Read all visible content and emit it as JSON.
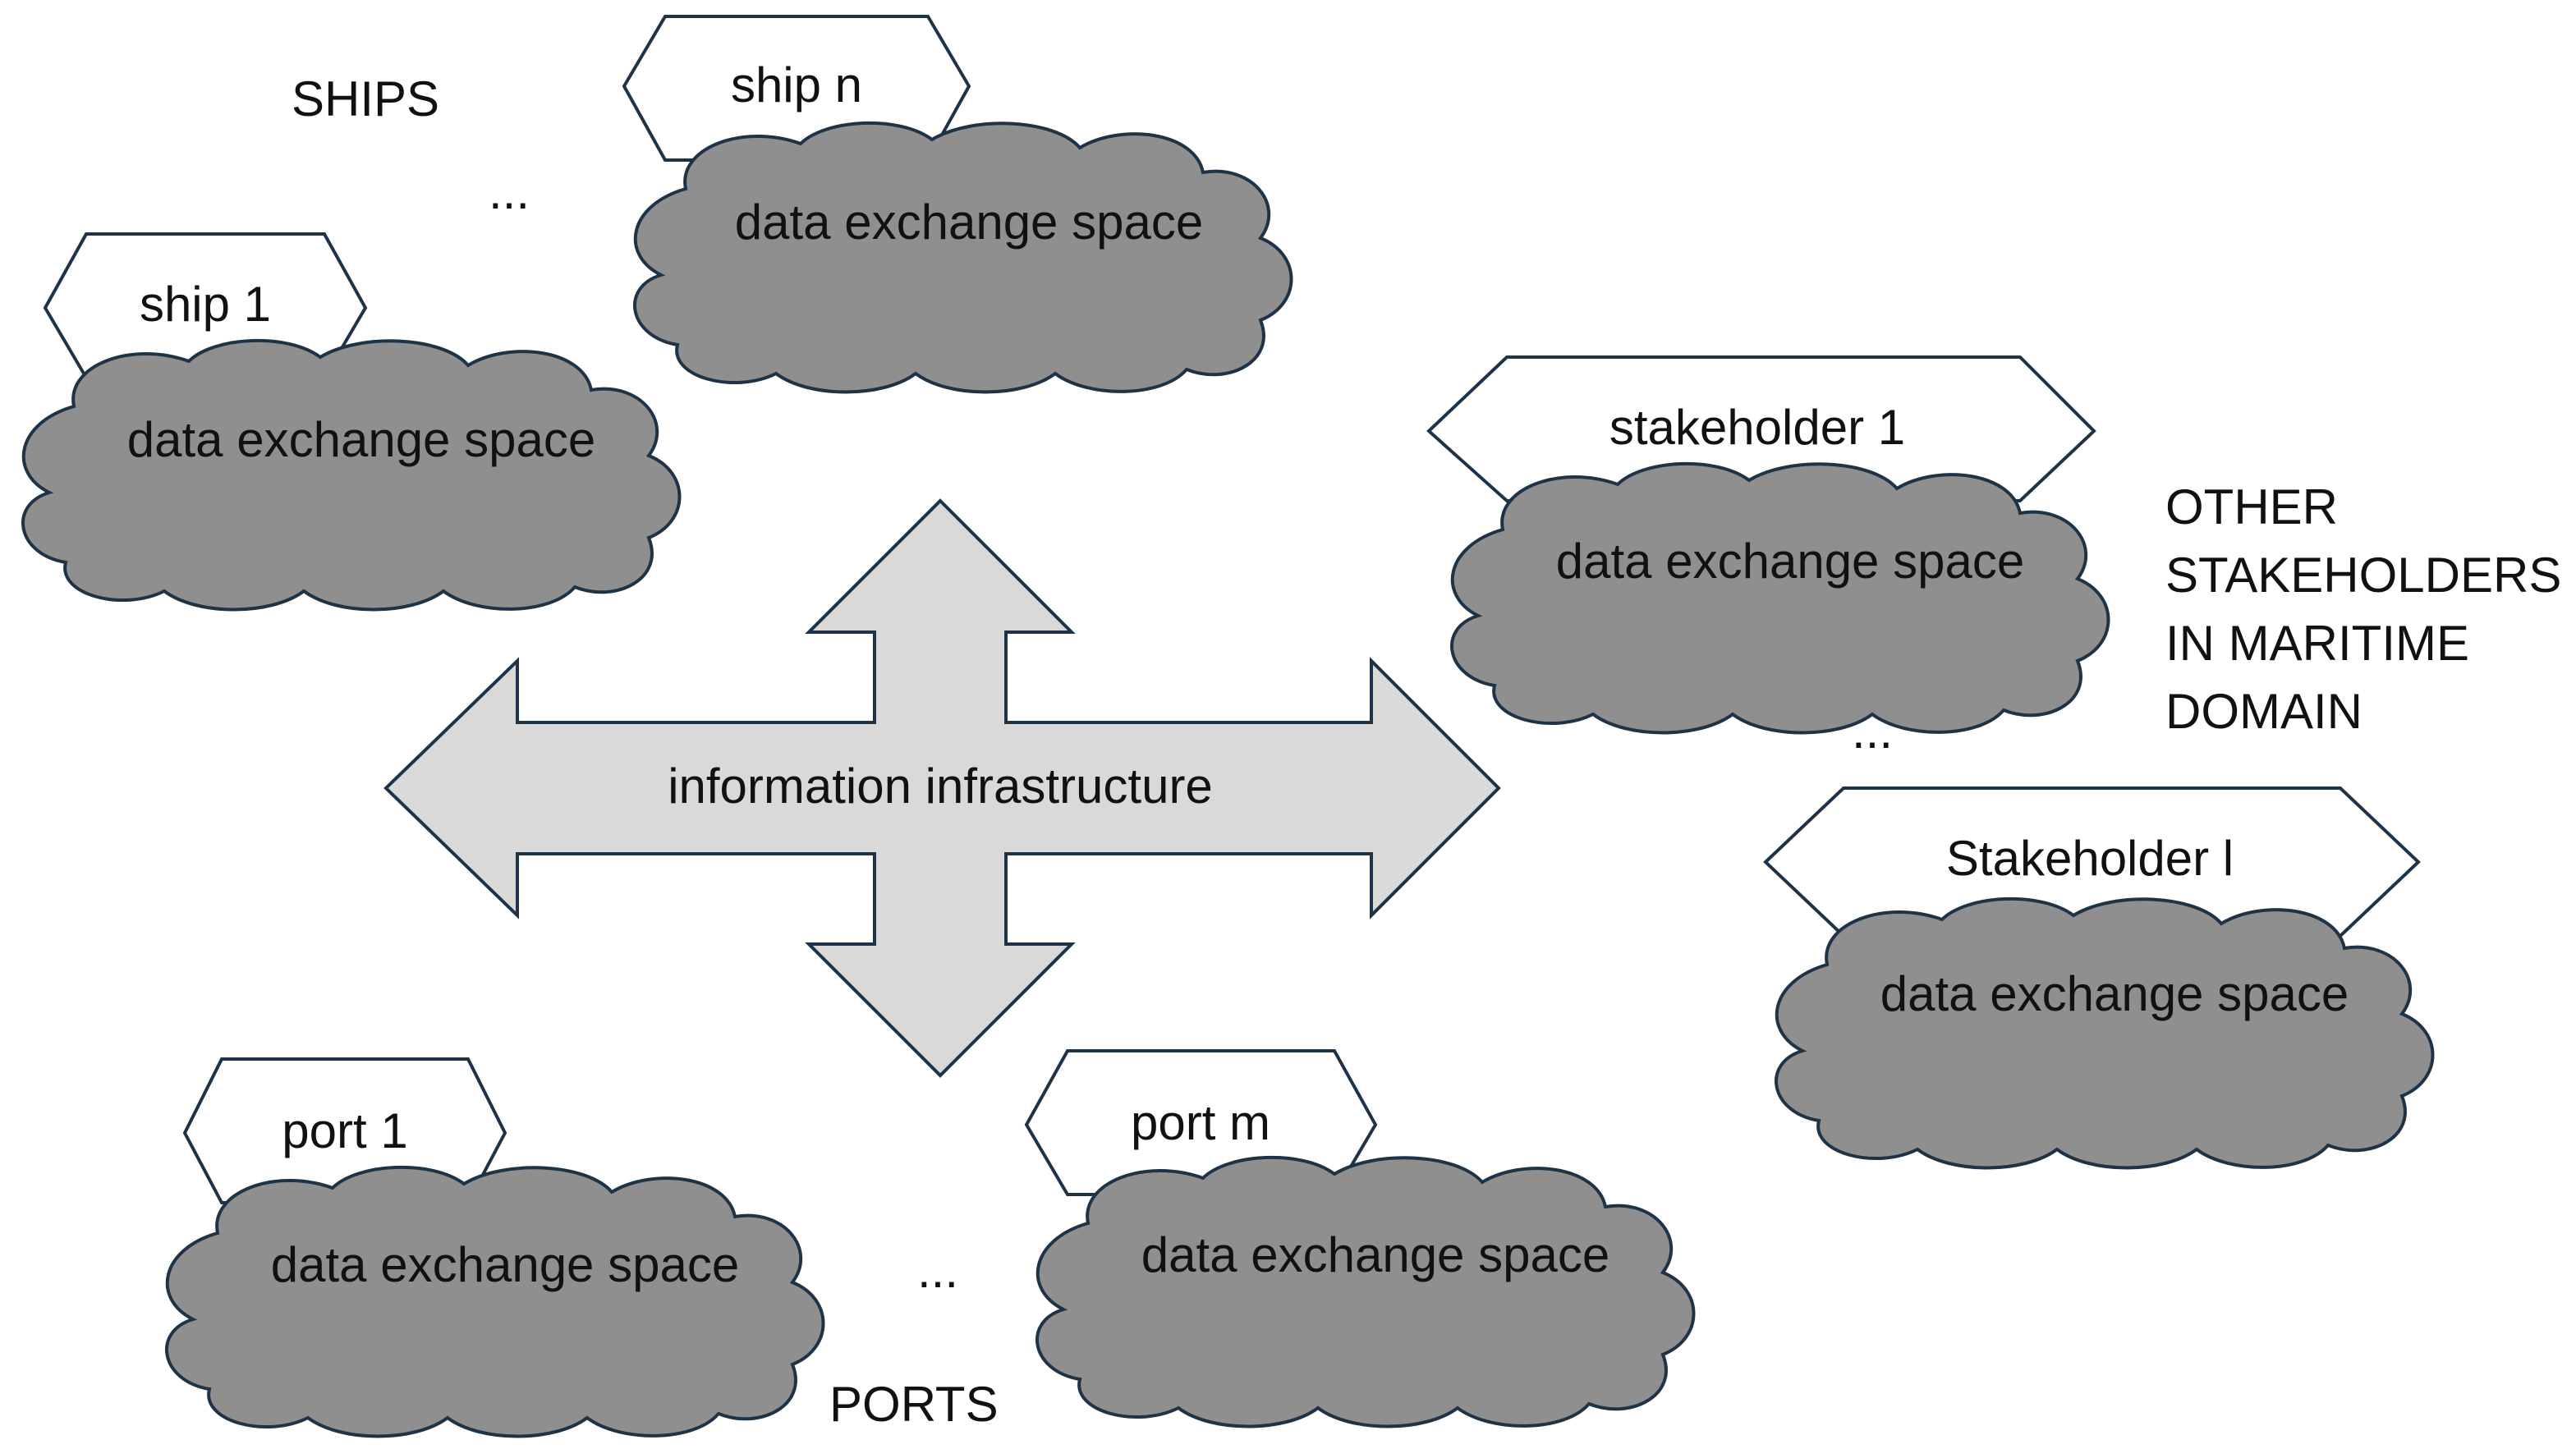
{
  "groups": {
    "ships": "SHIPS",
    "ports": "PORTS",
    "other_line1": "OTHER",
    "other_line2": "STAKEHOLDERS",
    "other_line3": "IN MARITIME",
    "other_line4": "DOMAIN"
  },
  "center": {
    "label": "information infrastructure"
  },
  "nodes": [
    {
      "id": "ship1",
      "hex_label": "ship 1",
      "cloud_label": "data exchange space"
    },
    {
      "id": "shipn",
      "hex_label": "ship n",
      "cloud_label": "data exchange space"
    },
    {
      "id": "stakeholder1",
      "hex_label": "stakeholder 1",
      "cloud_label": "data exchange space"
    },
    {
      "id": "stakeholderl",
      "hex_label": "Stakeholder  l",
      "cloud_label": "data exchange space"
    },
    {
      "id": "port1",
      "hex_label": "port 1",
      "cloud_label": "data exchange space"
    },
    {
      "id": "portm",
      "hex_label": "port m",
      "cloud_label": "data exchange space"
    }
  ],
  "ellipses": [
    "...",
    "...",
    "...",
    "..."
  ],
  "colors": {
    "cloud": "#8f8f8f",
    "arrow": "#d9d9d9",
    "outline": "#1f3347"
  }
}
